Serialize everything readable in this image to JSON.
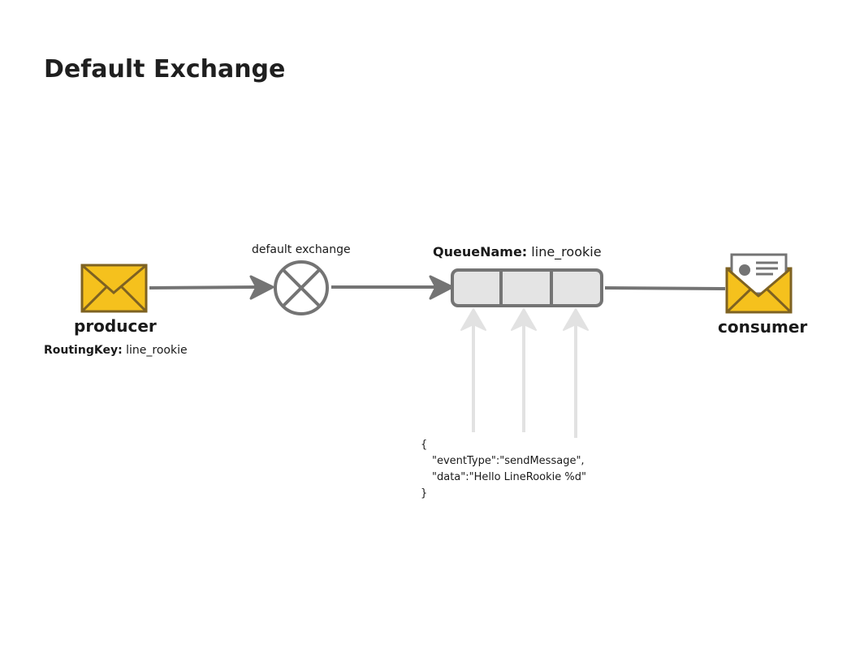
{
  "title": "Default Exchange",
  "producer": {
    "label": "producer",
    "routing_key_label": "RoutingKey:",
    "routing_key_value": "line_rookie"
  },
  "exchange": {
    "label": "default exchange"
  },
  "queue": {
    "name_label": "QueueName:",
    "name_value": "line_rookie",
    "slots": 3
  },
  "consumer": {
    "label": "consumer"
  },
  "message": {
    "open_brace": "{",
    "line1": "\"eventType\":\"sendMessage\",",
    "line2": "\"data\":\"Hello LineRookie %d\"",
    "close_brace": "}"
  },
  "colors": {
    "envelope": "#f5c11d",
    "envelope_border": "#7e6222",
    "connector": "#747474",
    "queue_fill": "#e4e4e4",
    "incoming_arrow": "#e2e2e2"
  },
  "icons": {
    "producer": "envelope-icon",
    "exchange": "exchange-icon",
    "consumer": "open-envelope-icon"
  }
}
